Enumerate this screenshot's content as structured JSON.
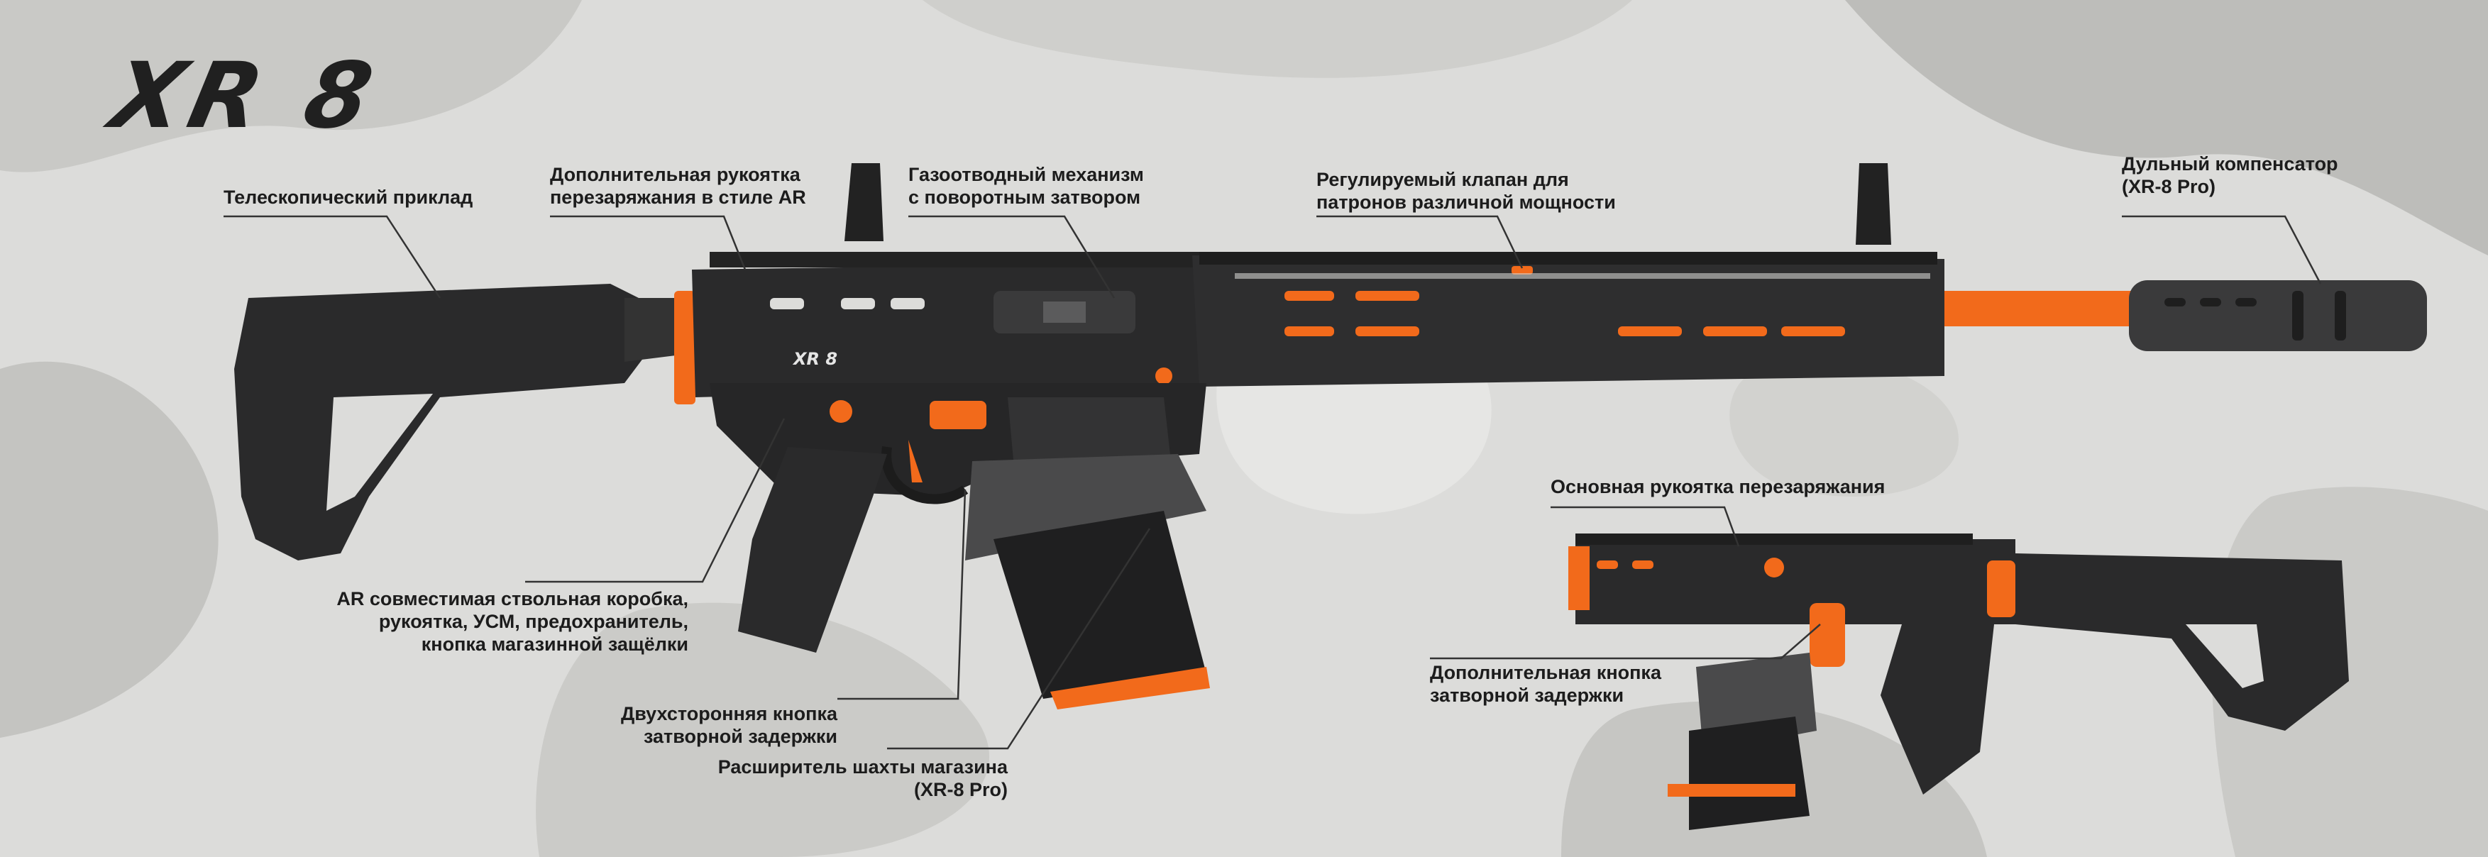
{
  "brand": {
    "logo_text": "XR 8",
    "receiver_mark": "XR 8"
  },
  "colors": {
    "accent": "#f26a1b",
    "body": "#2a2a2b",
    "text": "#1c1c1c",
    "background": "#dcdcda"
  },
  "callouts": {
    "stock": {
      "lines": [
        "Телескопический приклад"
      ]
    },
    "ar_charging_handle": {
      "lines": [
        "Дополнительная рукоятка",
        "перезаряжания в стиле AR"
      ]
    },
    "gas_system": {
      "lines": [
        "Газоотводный механизм",
        "с поворотным затвором"
      ]
    },
    "gas_valve": {
      "lines": [
        "Регулируемый клапан для",
        "патронов различной мощности"
      ]
    },
    "muzzle_brake": {
      "lines": [
        "Дульный компенсатор",
        "(XR-8 Pro)"
      ]
    },
    "receiver": {
      "lines": [
        "AR совместимая ствольная коробка,",
        "рукоятка, УСМ, предохранитель,",
        "кнопка магазинной защёлки"
      ]
    },
    "bolt_release": {
      "lines": [
        "Двухсторонняя кнопка",
        "затворной задержки"
      ]
    },
    "mag_well": {
      "lines": [
        "Расширитель шахты магазина",
        "(XR-8 Pro)"
      ]
    },
    "main_charging_handle": {
      "lines": [
        "Основная рукоятка перезаряжания"
      ]
    },
    "extra_bolt_release": {
      "lines": [
        "Дополнительная кнопка",
        "затворной задержки"
      ]
    }
  }
}
